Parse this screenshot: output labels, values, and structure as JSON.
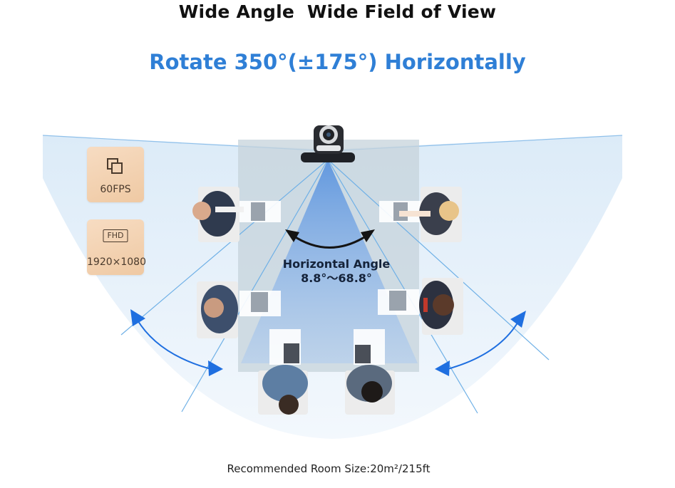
{
  "header": {
    "title": "Wide Angle  Wide Field of View",
    "subtitle": "Rotate 350°(±175°) Horizontally"
  },
  "badges": {
    "fps": {
      "label": "60FPS",
      "icon": "frames-icon"
    },
    "fhd": {
      "tag": "FHD",
      "resolution": "1920×1080"
    }
  },
  "angle": {
    "title": "Horizontal Angle",
    "range": "8.8°～68.8°"
  },
  "footer": {
    "room_size": "Recommended Room Size:20m²/215ft"
  },
  "colors": {
    "accent_blue": "#2f7fd6",
    "arrow_blue": "#1f6fe0",
    "fov_light": "#e6f1fb",
    "badge_bg": "#f2d2b2"
  }
}
